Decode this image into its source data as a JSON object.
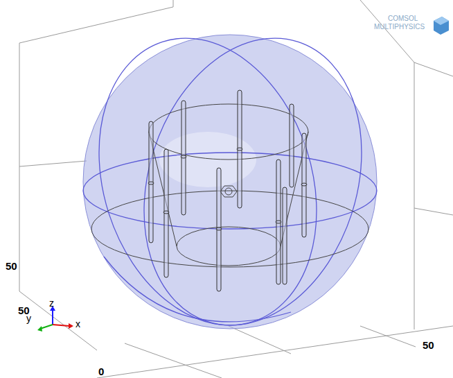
{
  "diagram": {
    "labels": [
      "50",
      "50",
      "z",
      "y",
      "x",
      "0",
      "50",
      "COMSOL",
      "MULTIPHYSICS"
    ]
  }
}
